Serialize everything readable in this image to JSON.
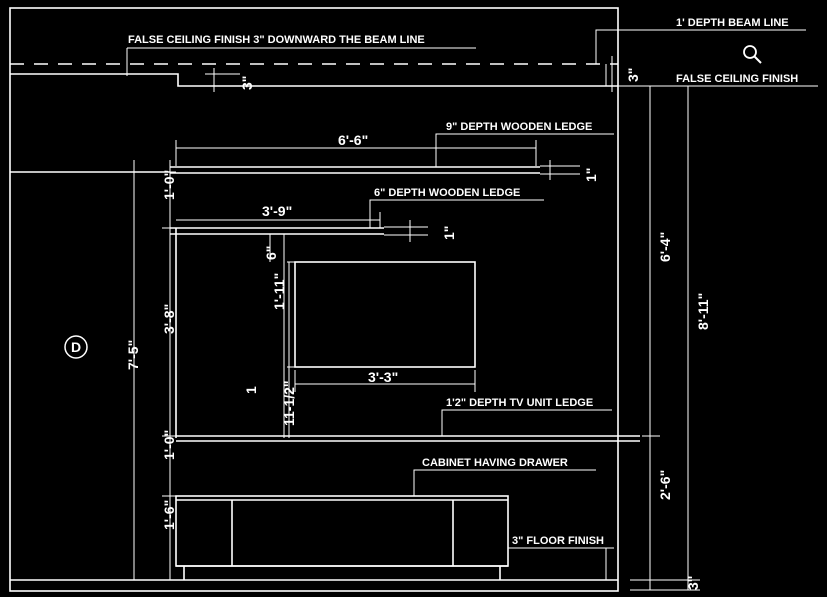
{
  "annotations": {
    "false_ceiling": "FALSE CEILING FINISH  3\" DOWNWARD THE BEAM LINE",
    "beam_line": "1' DEPTH BEAM LINE",
    "false_ceiling_finish": "FALSE CEILING FINISH",
    "wooden_ledge_9": "9\" DEPTH WOODEN LEDGE",
    "wooden_ledge_6": "6\" DEPTH WOODEN LEDGE",
    "tv_unit_ledge": "1'2\" DEPTH TV UNIT LEDGE",
    "cabinet": "CABINET HAVING DRAWER",
    "floor_finish": "3\" FLOOR FINISH",
    "elevation_tag": "D"
  },
  "dimensions": {
    "d_3in_top": "3\"",
    "d_3in_right": "3\"",
    "d_6_6": "6'-6\"",
    "d_1in_a": "1\"",
    "d_1_0_top": "1'-0\"",
    "d_3_9": "3'-9\"",
    "d_1in_b": "1\"",
    "d_6in": "6\"",
    "d_1_11": "1'-11\"",
    "d_3_3": "3'-3\"",
    "d_3_8": "3'-8\"",
    "d_1": "1",
    "d_11_half": "11-1/2\"",
    "d_7_5": "7'-5\"",
    "d_6_4": "6'-4\"",
    "d_8_11": "8'-11\"",
    "d_1_0_mid": "1'-0\"",
    "d_2_6": "2'-6\"",
    "d_1_6": "1'-6\"",
    "d_3in_bottom": "3\""
  },
  "icons": {
    "zoom": "magnifier-icon"
  }
}
